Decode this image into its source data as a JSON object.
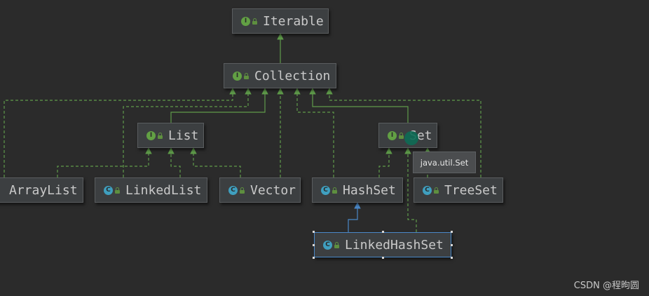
{
  "diagram": {
    "nodes": [
      {
        "id": "iterable",
        "kind": "interface",
        "icon": "interface-icon",
        "label": "Iterable"
      },
      {
        "id": "collection",
        "kind": "interface",
        "icon": "interface-icon",
        "label": "Collection"
      },
      {
        "id": "list",
        "kind": "interface",
        "icon": "interface-icon",
        "label": "List"
      },
      {
        "id": "set",
        "kind": "interface",
        "icon": "interface-icon",
        "label": "Set"
      },
      {
        "id": "arraylist",
        "kind": "class",
        "icon": "class-icon",
        "label": "ArrayList"
      },
      {
        "id": "linkedlist",
        "kind": "class",
        "icon": "class-icon",
        "label": "LinkedList"
      },
      {
        "id": "vector",
        "kind": "class",
        "icon": "class-icon",
        "label": "Vector"
      },
      {
        "id": "hashset",
        "kind": "class",
        "icon": "class-icon",
        "label": "HashSet"
      },
      {
        "id": "treeset",
        "kind": "class",
        "icon": "class-icon",
        "label": "TreeSet"
      },
      {
        "id": "linkedhashset",
        "kind": "class",
        "icon": "class-icon",
        "label": "LinkedHashSet",
        "selected": true
      }
    ],
    "edges": [
      {
        "from": "collection",
        "to": "iterable",
        "type": "extends"
      },
      {
        "from": "list",
        "to": "collection",
        "type": "extends"
      },
      {
        "from": "set",
        "to": "collection",
        "type": "extends"
      },
      {
        "from": "arraylist",
        "to": "list",
        "type": "implements"
      },
      {
        "from": "linkedlist",
        "to": "list",
        "type": "implements"
      },
      {
        "from": "vector",
        "to": "list",
        "type": "implements"
      },
      {
        "from": "arraylist",
        "to": "collection",
        "type": "implements"
      },
      {
        "from": "linkedlist",
        "to": "collection",
        "type": "implements"
      },
      {
        "from": "vector",
        "to": "collection",
        "type": "implements"
      },
      {
        "from": "hashset",
        "to": "set",
        "type": "implements"
      },
      {
        "from": "hashset",
        "to": "collection",
        "type": "implements"
      },
      {
        "from": "treeset",
        "to": "set",
        "type": "implements"
      },
      {
        "from": "treeset",
        "to": "collection",
        "type": "implements"
      },
      {
        "from": "linkedhashset",
        "to": "hashset",
        "type": "extends-class"
      },
      {
        "from": "linkedhashset",
        "to": "set",
        "type": "implements"
      }
    ],
    "colors": {
      "background": "#2b2b2b",
      "node_fill": "#3c3f41",
      "edge_green": "#5f9b4a",
      "edge_blue": "#4a88c7",
      "interface_icon": "#62a044",
      "class_icon": "#3f9fbf",
      "selection": "#4a88c7"
    }
  },
  "tooltip": {
    "text": "java.util.Set"
  },
  "watermark": {
    "text": "CSDN @程昫圆"
  }
}
